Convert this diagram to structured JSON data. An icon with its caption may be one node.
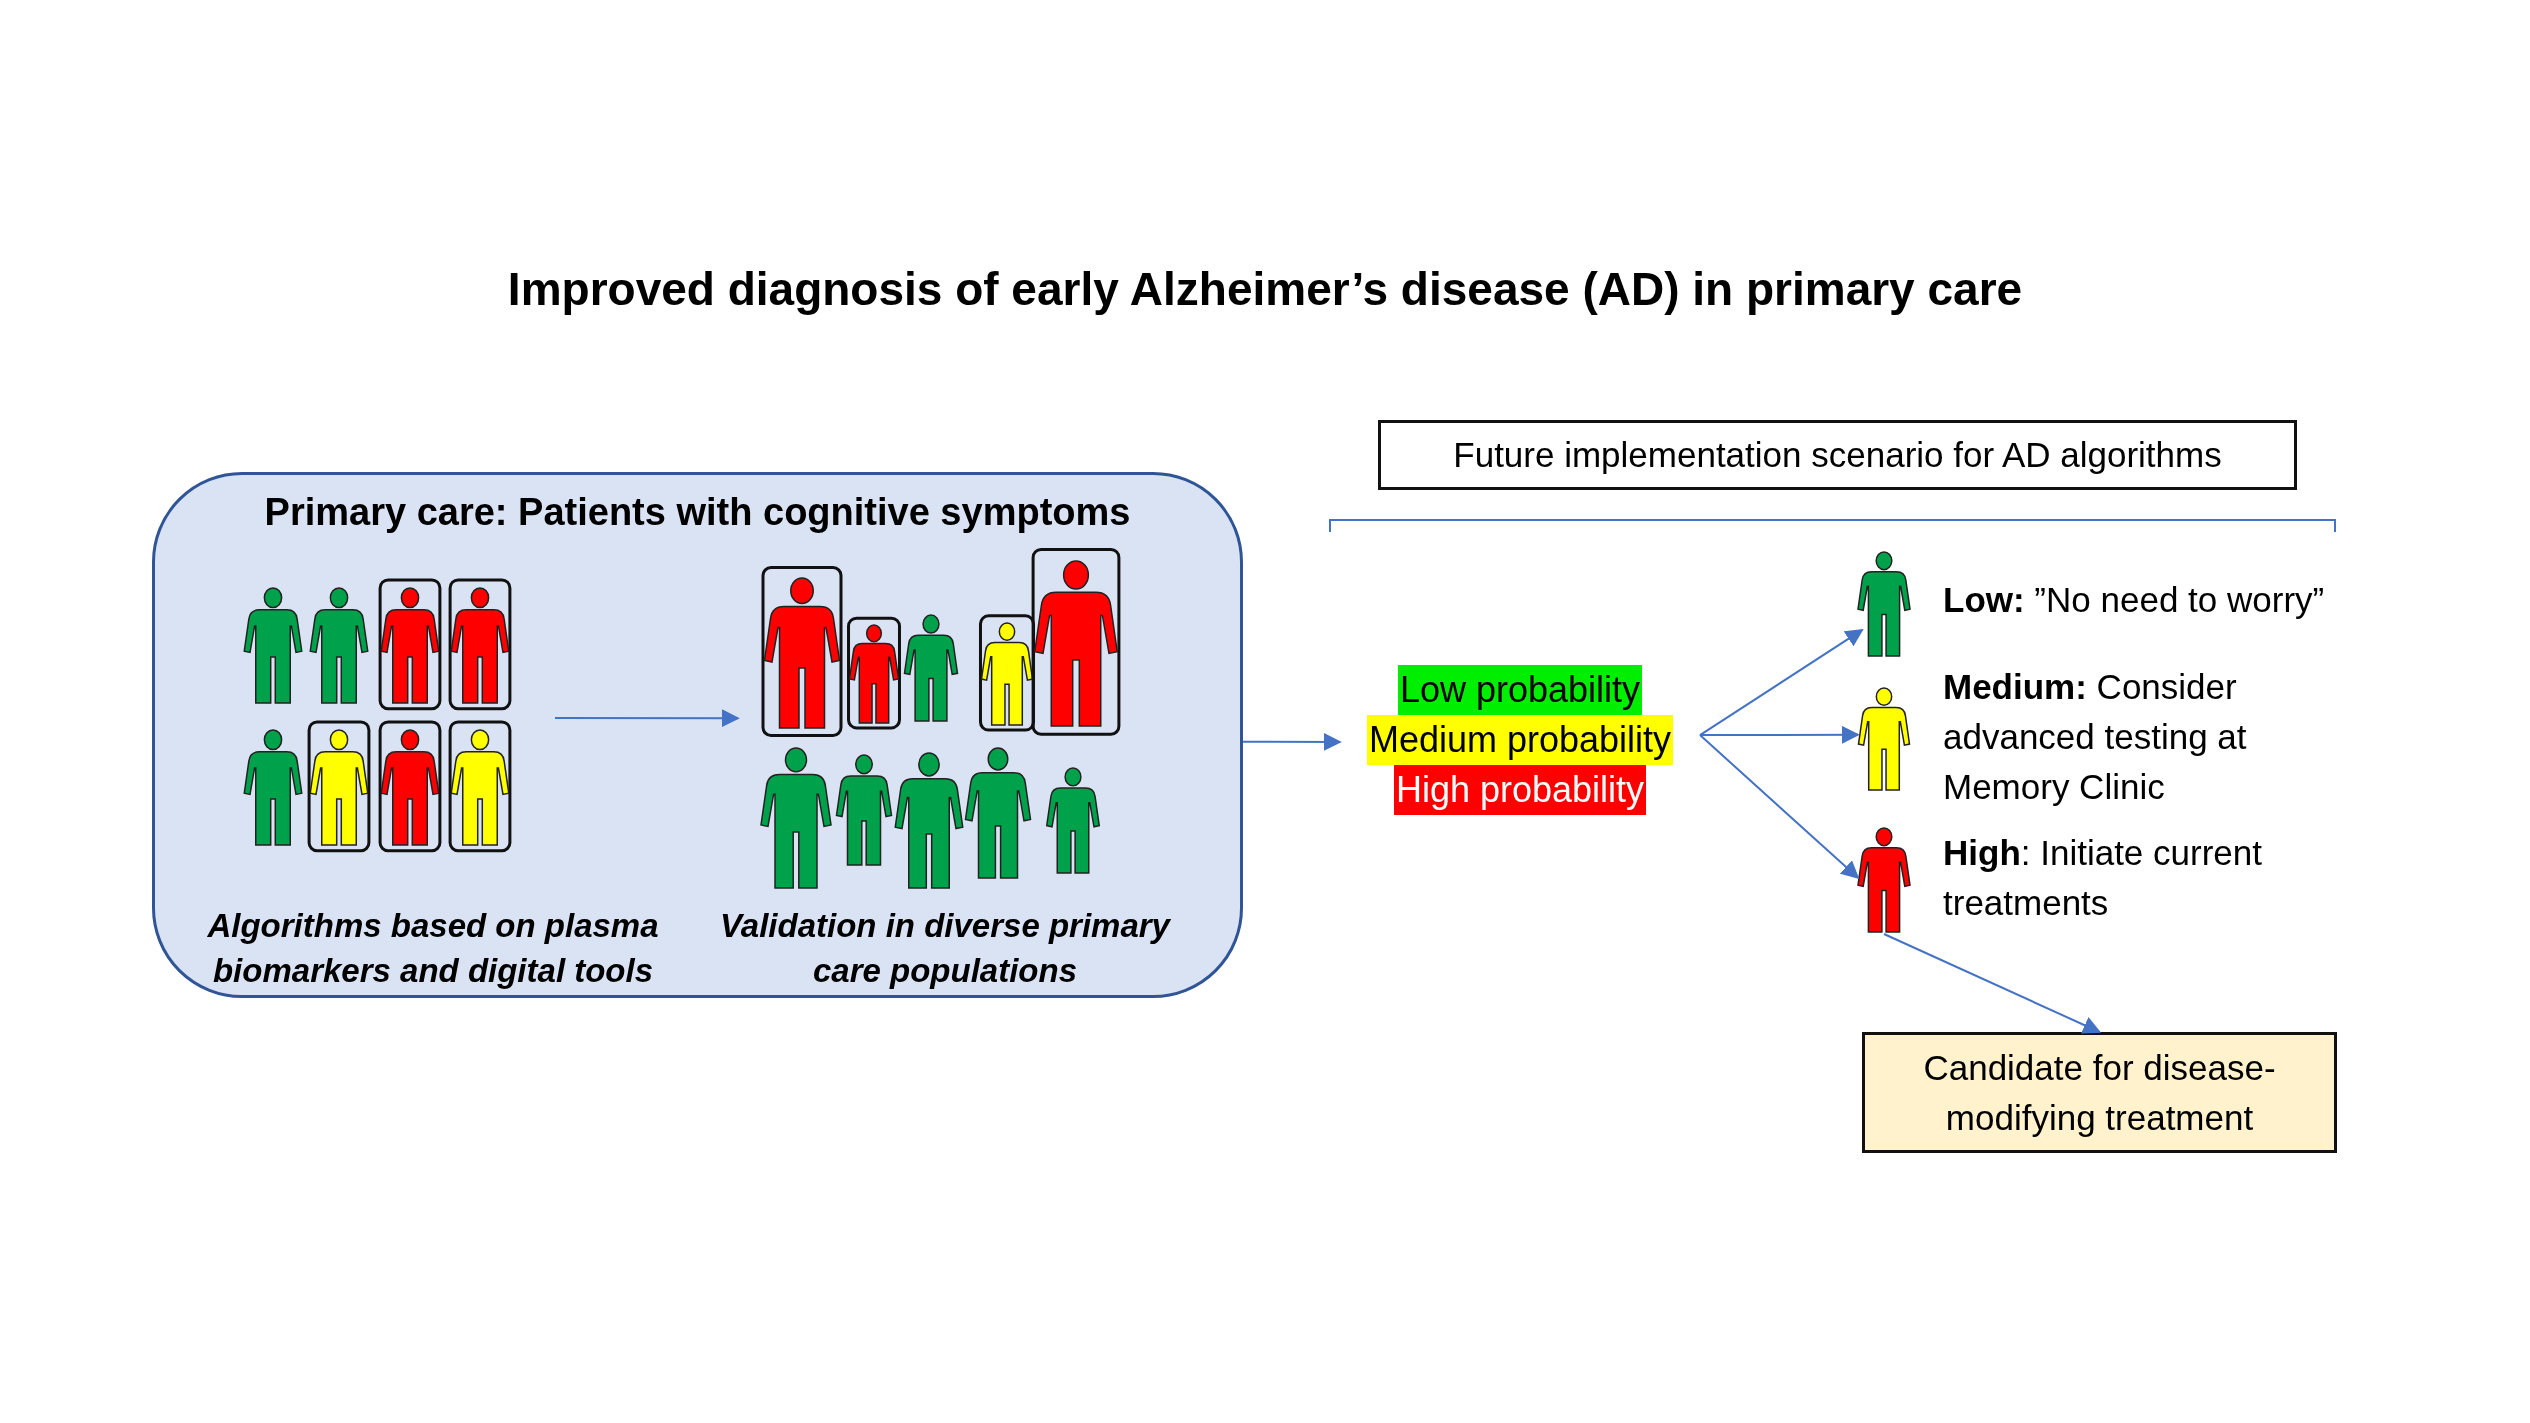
{
  "diagram": {
    "title": "Improved diagnosis of early Alzheimer’s disease (AD) in primary care",
    "nodes": [
      {
        "text": [
          "Primary care: Patients with cognitive symptoms"
        ]
      },
      {
        "text": [],
        "shape": "person",
        "in": 0,
        "beside": [
          "Algorithms based on plasma biomarkers and digital tools"
        ]
      },
      {
        "text": [],
        "shape": "person",
        "in": 0,
        "beside": [
          "Validation in diverse primary care populations"
        ]
      },
      {
        "text": [
          "Low probability",
          "Medium probability",
          "High probability"
        ]
      },
      {
        "text": [
          "Future implementation scenario for AD algorithms"
        ]
      },
      {
        "text": [],
        "shape": "person",
        "beside": [
          "**Low:** ”No need to worry”"
        ]
      },
      {
        "text": [],
        "shape": "person",
        "beside": [
          "**Medium:** Consider advanced testing at Memory Clinic"
        ]
      },
      {
        "text": [],
        "shape": "person",
        "beside": [
          "**High**: Initiate current treatments"
        ]
      },
      {
        "text": [
          "Candidate for disease-modifying treatment"
        ]
      }
    ],
    "edges": [
      {
        "from": 1,
        "to": 2,
        "arrow": "to"
      },
      {
        "from": 0,
        "to": 3,
        "arrow": "to"
      },
      {
        "from": 3,
        "to": 5,
        "arrow": "to"
      },
      {
        "from": 3,
        "to": 6,
        "arrow": "to"
      },
      {
        "from": 3,
        "to": 7,
        "arrow": "to"
      },
      {
        "from": 7,
        "to": 8,
        "arrow": "to"
      }
    ]
  }
}
